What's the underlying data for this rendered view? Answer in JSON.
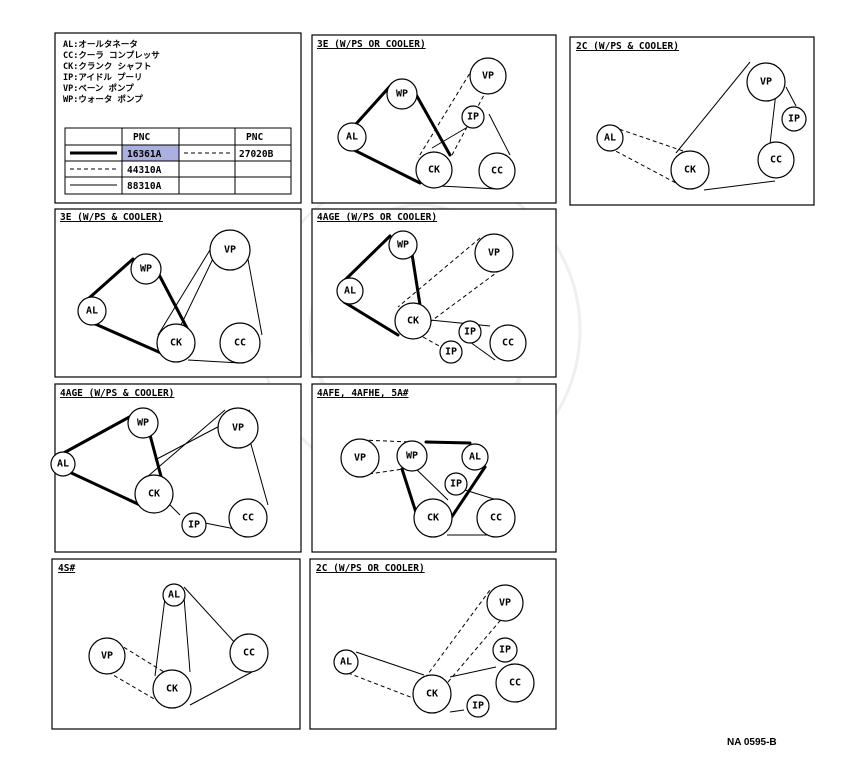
{
  "legend": {
    "lines": [
      "AL:オールタネータ",
      "CC:クーラ コンプレッサ",
      "CK:クランク シャフト",
      "IP:アイドル プーリ",
      "VP:ベーン ポンプ",
      "WP:ウォータ ポンプ"
    ],
    "table": {
      "header": [
        "",
        "PNC",
        "",
        "PNC"
      ],
      "rows": [
        {
          "left_pnc": "16361A",
          "right_pnc": "27020B",
          "highlight": true
        },
        {
          "left_pnc": "44310A",
          "right_pnc": ""
        },
        {
          "left_pnc": "88310A",
          "right_pnc": ""
        }
      ],
      "highlight_color": "#aab0e0"
    }
  },
  "panels": [
    {
      "title": "3E (W/PS OR COOLER)",
      "pulleys": [
        {
          "label": "AL"
        },
        {
          "label": "WP"
        },
        {
          "label": "VP"
        },
        {
          "label": "IP"
        },
        {
          "label": "CK"
        },
        {
          "label": "CC"
        }
      ]
    },
    {
      "title": "2C (W/PS & COOLER)",
      "pulleys": [
        {
          "label": "AL"
        },
        {
          "label": "VP"
        },
        {
          "label": "IP"
        },
        {
          "label": "CK"
        },
        {
          "label": "CC"
        }
      ]
    },
    {
      "title": "3E (W/PS & COOLER)",
      "pulleys": [
        {
          "label": "AL"
        },
        {
          "label": "WP"
        },
        {
          "label": "VP"
        },
        {
          "label": "CK"
        },
        {
          "label": "CC"
        }
      ]
    },
    {
      "title": "4AGE (W/PS OR COOLER)",
      "pulleys": [
        {
          "label": "AL"
        },
        {
          "label": "WP"
        },
        {
          "label": "VP"
        },
        {
          "label": "CK"
        },
        {
          "label": "IP"
        },
        {
          "label": "IP"
        },
        {
          "label": "CC"
        }
      ]
    },
    {
      "title": "4AGE (W/PS & COOLER)",
      "pulleys": [
        {
          "label": "AL"
        },
        {
          "label": "WP"
        },
        {
          "label": "VP"
        },
        {
          "label": "CK"
        },
        {
          "label": "IP"
        },
        {
          "label": "CC"
        }
      ]
    },
    {
      "title": "4AFE, 4AFHE, 5A#",
      "pulleys": [
        {
          "label": "VP"
        },
        {
          "label": "WP"
        },
        {
          "label": "AL"
        },
        {
          "label": "IP"
        },
        {
          "label": "CK"
        },
        {
          "label": "CC"
        }
      ]
    },
    {
      "title": "4S#",
      "pulleys": [
        {
          "label": "AL"
        },
        {
          "label": "VP"
        },
        {
          "label": "CC"
        },
        {
          "label": "CK"
        }
      ]
    },
    {
      "title": "2C (W/PS OR COOLER)",
      "pulleys": [
        {
          "label": "AL"
        },
        {
          "label": "VP"
        },
        {
          "label": "IP"
        },
        {
          "label": "CC"
        },
        {
          "label": "CK"
        },
        {
          "label": "IP"
        }
      ]
    }
  ],
  "footer_code": "NA 0595-B"
}
